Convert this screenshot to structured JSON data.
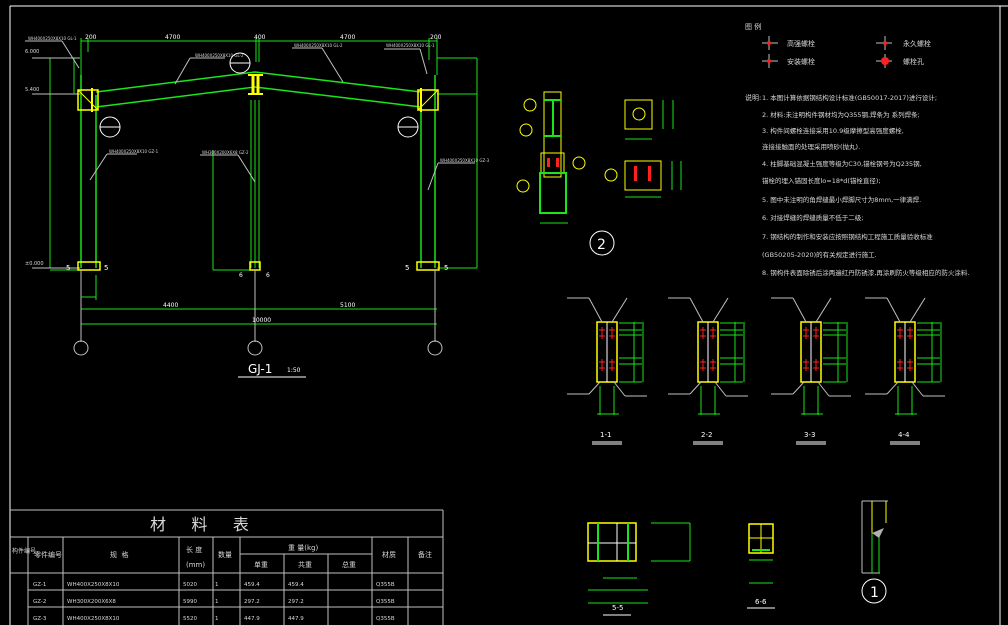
{
  "drawing": {
    "frame_title": "GJ-1",
    "frame_scale": "1:50",
    "top_dims": [
      "200",
      "4700",
      "400",
      "4700",
      "200"
    ],
    "bottom_dims": [
      "4400",
      "5100"
    ],
    "total_dim": "10000",
    "axis_labels": [
      "",
      "",
      ""
    ],
    "section_marks": [
      "5",
      "5",
      "6",
      "6",
      "5",
      "5"
    ],
    "elevations": [
      "±0.000",
      "5.400",
      "6.000"
    ],
    "detail_circle": "2",
    "detail_circle_1": "1",
    "beam_labels": [
      "WH400X250X8X10 GL-1",
      "WH400X250X8X10 GL-2",
      "WH400X250X8X10 GL-2",
      "WH400X250X8X10 GL-1"
    ],
    "column_labels": [
      "WH400X250X8X10 GZ-1",
      "WH300X200X6X8 GZ-2",
      "WH400X250X8X10 GZ-3"
    ]
  },
  "sections": [
    "1-1",
    "2-2",
    "3-3",
    "4-4",
    "5-5",
    "6-6"
  ],
  "legend": {
    "title": "图 例",
    "items": [
      {
        "label": "高强螺栓",
        "color": "#ff2020"
      },
      {
        "label": "永久螺栓",
        "color": "#ff2020"
      },
      {
        "label": "安装螺栓",
        "color": "#ff2020"
      },
      {
        "label": "螺栓孔",
        "color": "#ff2020"
      }
    ]
  },
  "notes": {
    "heading": "说明:",
    "lines": [
      "1. 本图计算依据钢结构设计标准(GB50017-2017)进行设计;",
      "2. 材料:未注明构件钢材均为Q355钢,焊条为      系列焊条;",
      "3. 构件间螺栓连接采用10.9级摩擦型高强度螺栓,",
      "   连接接触面的处理采用喷砂(抛丸).",
      "4. 柱脚基础混凝土强度等级为C30,锚栓钢号为Q235钢,",
      "   锚栓的埋入锚固长度lo=18*d(锚栓直径);",
      "5. 图中未注明的角焊缝最小焊脚尺寸为8mm,一律满焊.",
      "6. 对接焊缝的焊缝质量不低于二级;",
      "7. 钢结构的制作和安装应按照钢结构工程施工质量验收标准",
      "   (GB50205-2020)的有关规定进行施工.",
      "8. 钢构件表面除锈后涂两遍红丹防锈漆,再涂刷防火等级相应的防火涂料."
    ]
  },
  "material_table": {
    "title": "材     料     表",
    "headers": {
      "component_no": "构件编号",
      "part_no": "零件编号",
      "spec": "规  格",
      "length": "长 度",
      "length_unit": "(mm)",
      "qty": "数量",
      "weight": "重 量(kg)",
      "unit_weight": "单重",
      "total_weight": "共重",
      "sum_weight": "总重",
      "material": "材质",
      "remarks": "备注"
    },
    "rows": [
      {
        "part": "GZ-1",
        "spec": "WH400X250X8X10",
        "length": "5020",
        "qty": "1",
        "unit": "459.4",
        "total": "459.4",
        "material": "Q355B"
      },
      {
        "part": "GZ-2",
        "spec": "WH300X200X6X8",
        "length": "5990",
        "qty": "1",
        "unit": "297.2",
        "total": "297.2",
        "material": "Q355B"
      },
      {
        "part": "GZ-3",
        "spec": "WH400X250X8X10",
        "length": "5520",
        "qty": "1",
        "unit": "447.9",
        "total": "447.9",
        "material": "Q355B"
      }
    ]
  }
}
